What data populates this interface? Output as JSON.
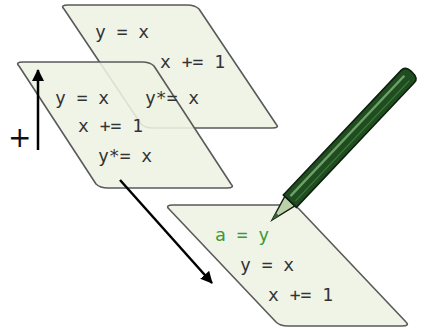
{
  "diagram": {
    "nodes": [
      {
        "text": [
          "y = x",
          "x += 1",
          "y*= x"
        ]
      },
      {
        "text": [
          "y = x",
          "x += 1",
          "y*= x"
        ]
      },
      {
        "text": [
          "a = y",
          "y = x",
          "x += 1"
        ]
      }
    ],
    "edges": [
      {
        "from": 1,
        "to": 0,
        "arrow": "to",
        "label": "+"
      },
      {
        "from": 1,
        "to": 2,
        "arrow": "to"
      }
    ]
  }
}
